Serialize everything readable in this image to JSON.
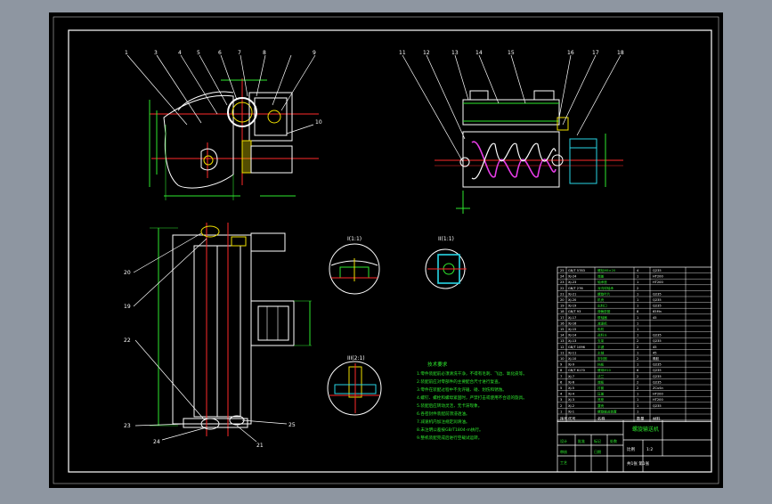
{
  "colors": {
    "viewport_bg": "#8e96a1",
    "paper": "#000000",
    "frame": "#ffffff",
    "red": "#ff2a2a",
    "green": "#2ee82e",
    "white": "#ffffff",
    "cyan": "#28d6e6",
    "yellow": "#f0e000",
    "magenta": "#e63ce6"
  },
  "balloons": {
    "front_top": [
      "1",
      "3",
      "4",
      "5",
      "6",
      "7",
      "8",
      "9"
    ],
    "front_right": "10",
    "side_top": [
      "11",
      "12",
      "13",
      "14",
      "15",
      "16",
      "17",
      "18"
    ],
    "bottom_left": [
      "20",
      "19",
      "22",
      "23",
      "24"
    ],
    "bottom_right": [
      "25",
      "21"
    ]
  },
  "detail_labels": [
    "I(1:1)",
    "II(1:1)",
    "III(2:1)"
  ],
  "notes": {
    "title": "技术要求",
    "lines": [
      "1.零件装配前必须清洗干净，不得有毛刺、飞边、氧化皮等。",
      "2.装配前应对零部件的主要配合尺寸进行复查。",
      "3.零件在装配过程中不允许磕、碰、划伤和锈蚀。",
      "4.螺钉、螺栓和螺母紧固时，严禁打击或使用不合适的旋具。",
      "5.装配后应转动灵活，无卡滞现象。",
      "6.各密封件装配前须浸透油。",
      "7.减速机内加注规定润滑油。",
      "8.未注明公差按GB/T1804-m执行。",
      "9.整机装配完成后进行空载试运转。"
    ]
  },
  "bom": {
    "rows": [
      [
        "25",
        "GB/T 5783",
        "螺栓M8×20",
        "4",
        "Q235"
      ],
      [
        "24",
        "XJ-24",
        "端盖",
        "1",
        "HT200"
      ],
      [
        "23",
        "XJ-23",
        "轴承座",
        "1",
        "HT200"
      ],
      [
        "22",
        "GB/T 276",
        "深沟球轴承",
        "2",
        ""
      ],
      [
        "21",
        "XJ-21",
        "螺旋叶片",
        "1",
        "Q235"
      ],
      [
        "20",
        "XJ-20",
        "机壳",
        "1",
        "Q235"
      ],
      [
        "19",
        "XJ-19",
        "出料口",
        "1",
        "Q235"
      ],
      [
        "18",
        "GB/T 93",
        "弹簧垫圈",
        "8",
        "65Mn"
      ],
      [
        "17",
        "XJ-17",
        "联轴器",
        "1",
        "45"
      ],
      [
        "16",
        "XJ-16",
        "减速机",
        "1",
        ""
      ],
      [
        "15",
        "XJ-15",
        "电机",
        "1",
        ""
      ],
      [
        "14",
        "XJ-14",
        "进料斗",
        "1",
        "Q235"
      ],
      [
        "13",
        "XJ-13",
        "支架",
        "2",
        "Q235"
      ],
      [
        "12",
        "GB/T 1096",
        "平键",
        "2",
        "45"
      ],
      [
        "11",
        "XJ-11",
        "主轴",
        "1",
        "45"
      ],
      [
        "10",
        "XJ-10",
        "密封圈",
        "2",
        "橡胶"
      ],
      [
        "9",
        "XJ-9",
        "挡板",
        "1",
        "Q235"
      ],
      [
        "8",
        "GB/T 6170",
        "螺母M10",
        "6",
        "Q235"
      ],
      [
        "7",
        "XJ-7",
        "法兰",
        "2",
        "Q235"
      ],
      [
        "6",
        "XJ-6",
        "端板",
        "2",
        "Q235"
      ],
      [
        "5",
        "XJ-5",
        "衬套",
        "2",
        "ZCuSn"
      ],
      [
        "4",
        "XJ-4",
        "压盖",
        "1",
        "HT200"
      ],
      [
        "3",
        "XJ-3",
        "底座",
        "1",
        "HT200"
      ],
      [
        "2",
        "XJ-2",
        "罩壳",
        "1",
        "Q235"
      ],
      [
        "1",
        "XJ-1",
        "螺旋输送装置",
        "1",
        ""
      ]
    ],
    "header": [
      "序号",
      "代号",
      "名称",
      "数量",
      "材料"
    ]
  },
  "title_block": {
    "drawing_name": "螺旋输送机",
    "scale_label": "比例",
    "scale": "1:2",
    "sheet": "共1张 第1张",
    "cells": [
      "设计",
      "审核",
      "工艺",
      "批准",
      "标记",
      "处数",
      "日期"
    ]
  }
}
